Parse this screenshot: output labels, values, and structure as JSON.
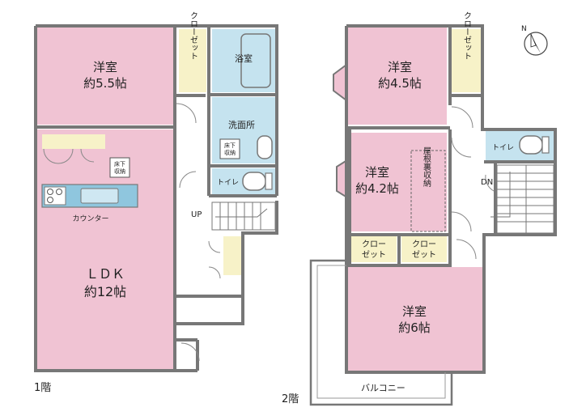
{
  "colors": {
    "wall": "#777777",
    "room_pink": "#f0c3d3",
    "wet_blue": "#c5e3ef",
    "closet_yellow": "#f7f2c8",
    "floor_white": "#ffffff",
    "kitchen_counter": "#8fc6de"
  },
  "floor1": {
    "label": "1階",
    "western_room": {
      "name": "洋室",
      "size": "約5.5帖"
    },
    "closet": "クローゼット",
    "bath": "浴室",
    "washroom": "洗面所",
    "underfloor_storage_a": [
      "床下",
      "収納"
    ],
    "underfloor_storage_b": [
      "床下",
      "収納"
    ],
    "toilet": "トイレ",
    "stairs_up": "UP",
    "counter": "カウンター",
    "ldk": {
      "name": "ＬＤＫ",
      "size": "約12帖"
    }
  },
  "floor2": {
    "label": "2階",
    "room_a": {
      "name": "洋室",
      "size": "約4.5帖"
    },
    "closet_a": "クローゼット",
    "room_b": {
      "name": "洋室",
      "size": "約4.2帖"
    },
    "attic_storage": "屋根裏収納",
    "toilet": "トイレ",
    "stairs_down": "DN",
    "closet_b": [
      "クロー",
      "ゼット"
    ],
    "closet_c": [
      "クロー",
      "ゼット"
    ],
    "room_c": {
      "name": "洋室",
      "size": "約6帖"
    },
    "balcony": "バルコニー"
  },
  "compass": {
    "north": "N",
    "icon": "compass-north-icon"
  }
}
